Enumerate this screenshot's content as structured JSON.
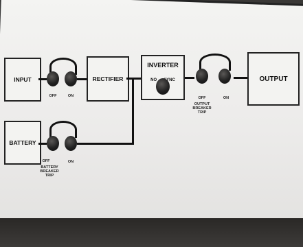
{
  "panel": {
    "blocks": {
      "input": "INPUT",
      "rectifier": "RECTIFIER",
      "inverter": "INVERTER",
      "inverter_sub": "NO      SYNC",
      "output": "OUTPUT",
      "battery": "BATTERY"
    },
    "switch_labels": {
      "input_off": "OFF",
      "input_on": "ON",
      "output_off": "OFF",
      "output_on": "ON",
      "output_breaker": "OUTPUT\nBREAKER\nTRIP",
      "battery_off": "OFF",
      "battery_on": "ON",
      "battery_breaker": "BATTERY\nBREAKER\nTRIP"
    }
  }
}
